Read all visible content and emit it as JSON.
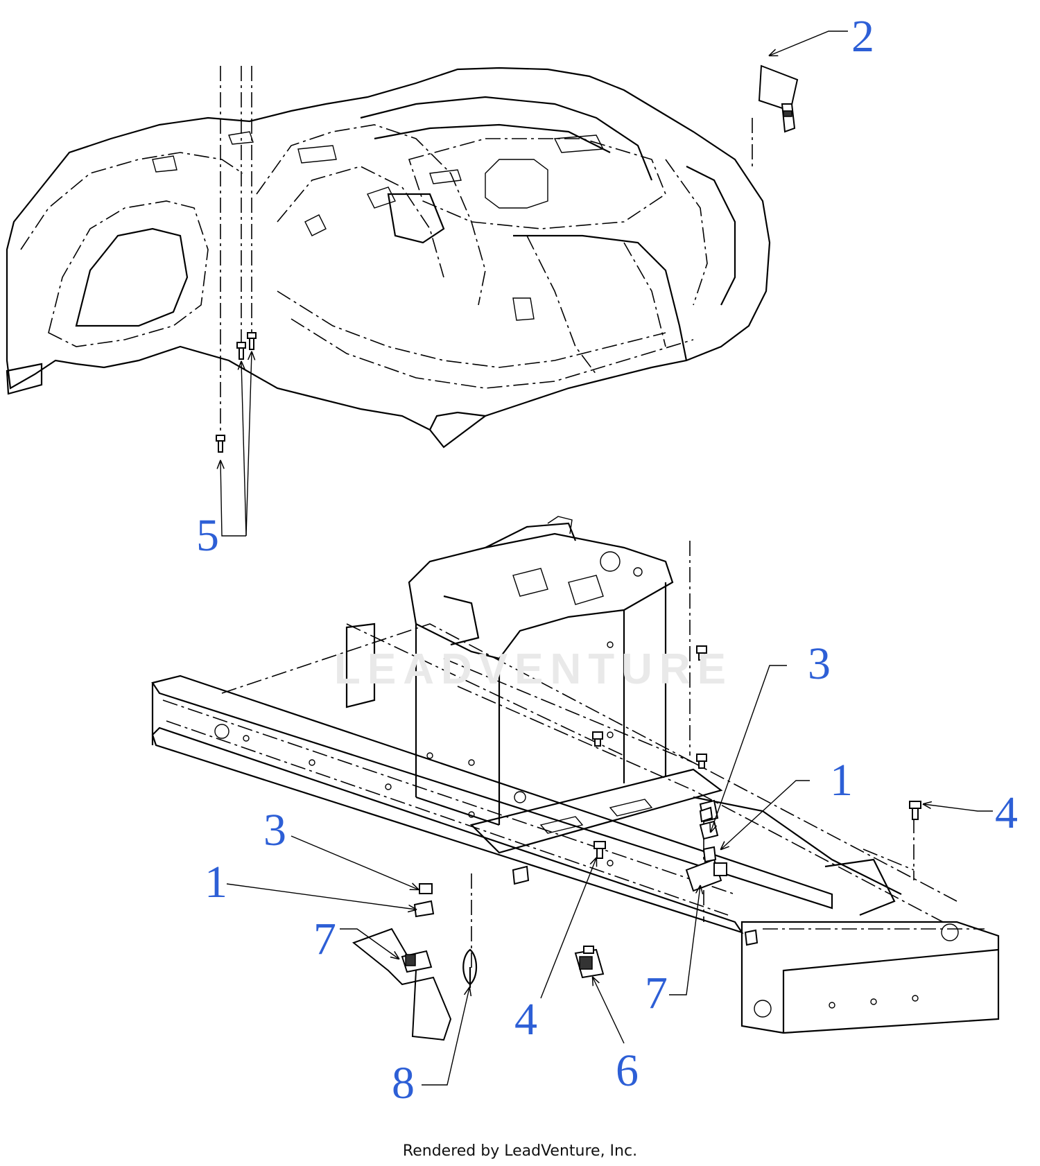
{
  "callouts": [
    {
      "id": "c2",
      "label": "2"
    },
    {
      "id": "c5",
      "label": "5"
    },
    {
      "id": "c3a",
      "label": "3"
    },
    {
      "id": "c1a",
      "label": "1"
    },
    {
      "id": "c4a",
      "label": "4"
    },
    {
      "id": "c3b",
      "label": "3"
    },
    {
      "id": "c1b",
      "label": "1"
    },
    {
      "id": "c7a",
      "label": "7"
    },
    {
      "id": "c4b",
      "label": "4"
    },
    {
      "id": "c7b",
      "label": "7"
    },
    {
      "id": "c6",
      "label": "6"
    },
    {
      "id": "c8",
      "label": "8"
    }
  ],
  "watermark": "LEADVENTURE",
  "footer": "Rendered by LeadVenture, Inc.",
  "colors": {
    "callout": "#2d5fd6",
    "line": "#000000",
    "watermark": "#e9e9e9"
  }
}
